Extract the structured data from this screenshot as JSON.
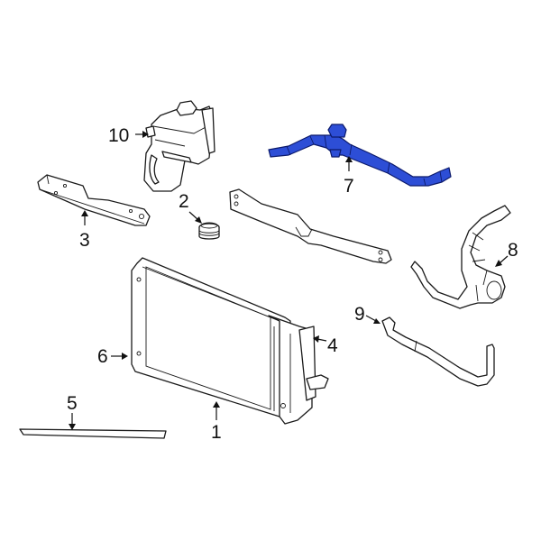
{
  "diagram": {
    "type": "auto-parts-exploded-view",
    "highlight_color": "#2d4ed6",
    "highlighted_part": "7",
    "callouts": [
      {
        "id": "1",
        "label": "1",
        "part": "radiator"
      },
      {
        "id": "2",
        "label": "2",
        "part": "insulator"
      },
      {
        "id": "3",
        "label": "3",
        "part": "side-seal"
      },
      {
        "id": "4",
        "label": "4",
        "part": "air-deflector"
      },
      {
        "id": "5",
        "label": "5",
        "part": "lower-seal"
      },
      {
        "id": "6",
        "label": "6",
        "part": "drain-plug"
      },
      {
        "id": "7",
        "label": "7",
        "part": "upper-hose"
      },
      {
        "id": "8",
        "label": "8",
        "part": "lower-hose"
      },
      {
        "id": "9",
        "label": "9",
        "part": "overflow-hose"
      },
      {
        "id": "10",
        "label": "10",
        "part": "reservoir"
      }
    ]
  }
}
